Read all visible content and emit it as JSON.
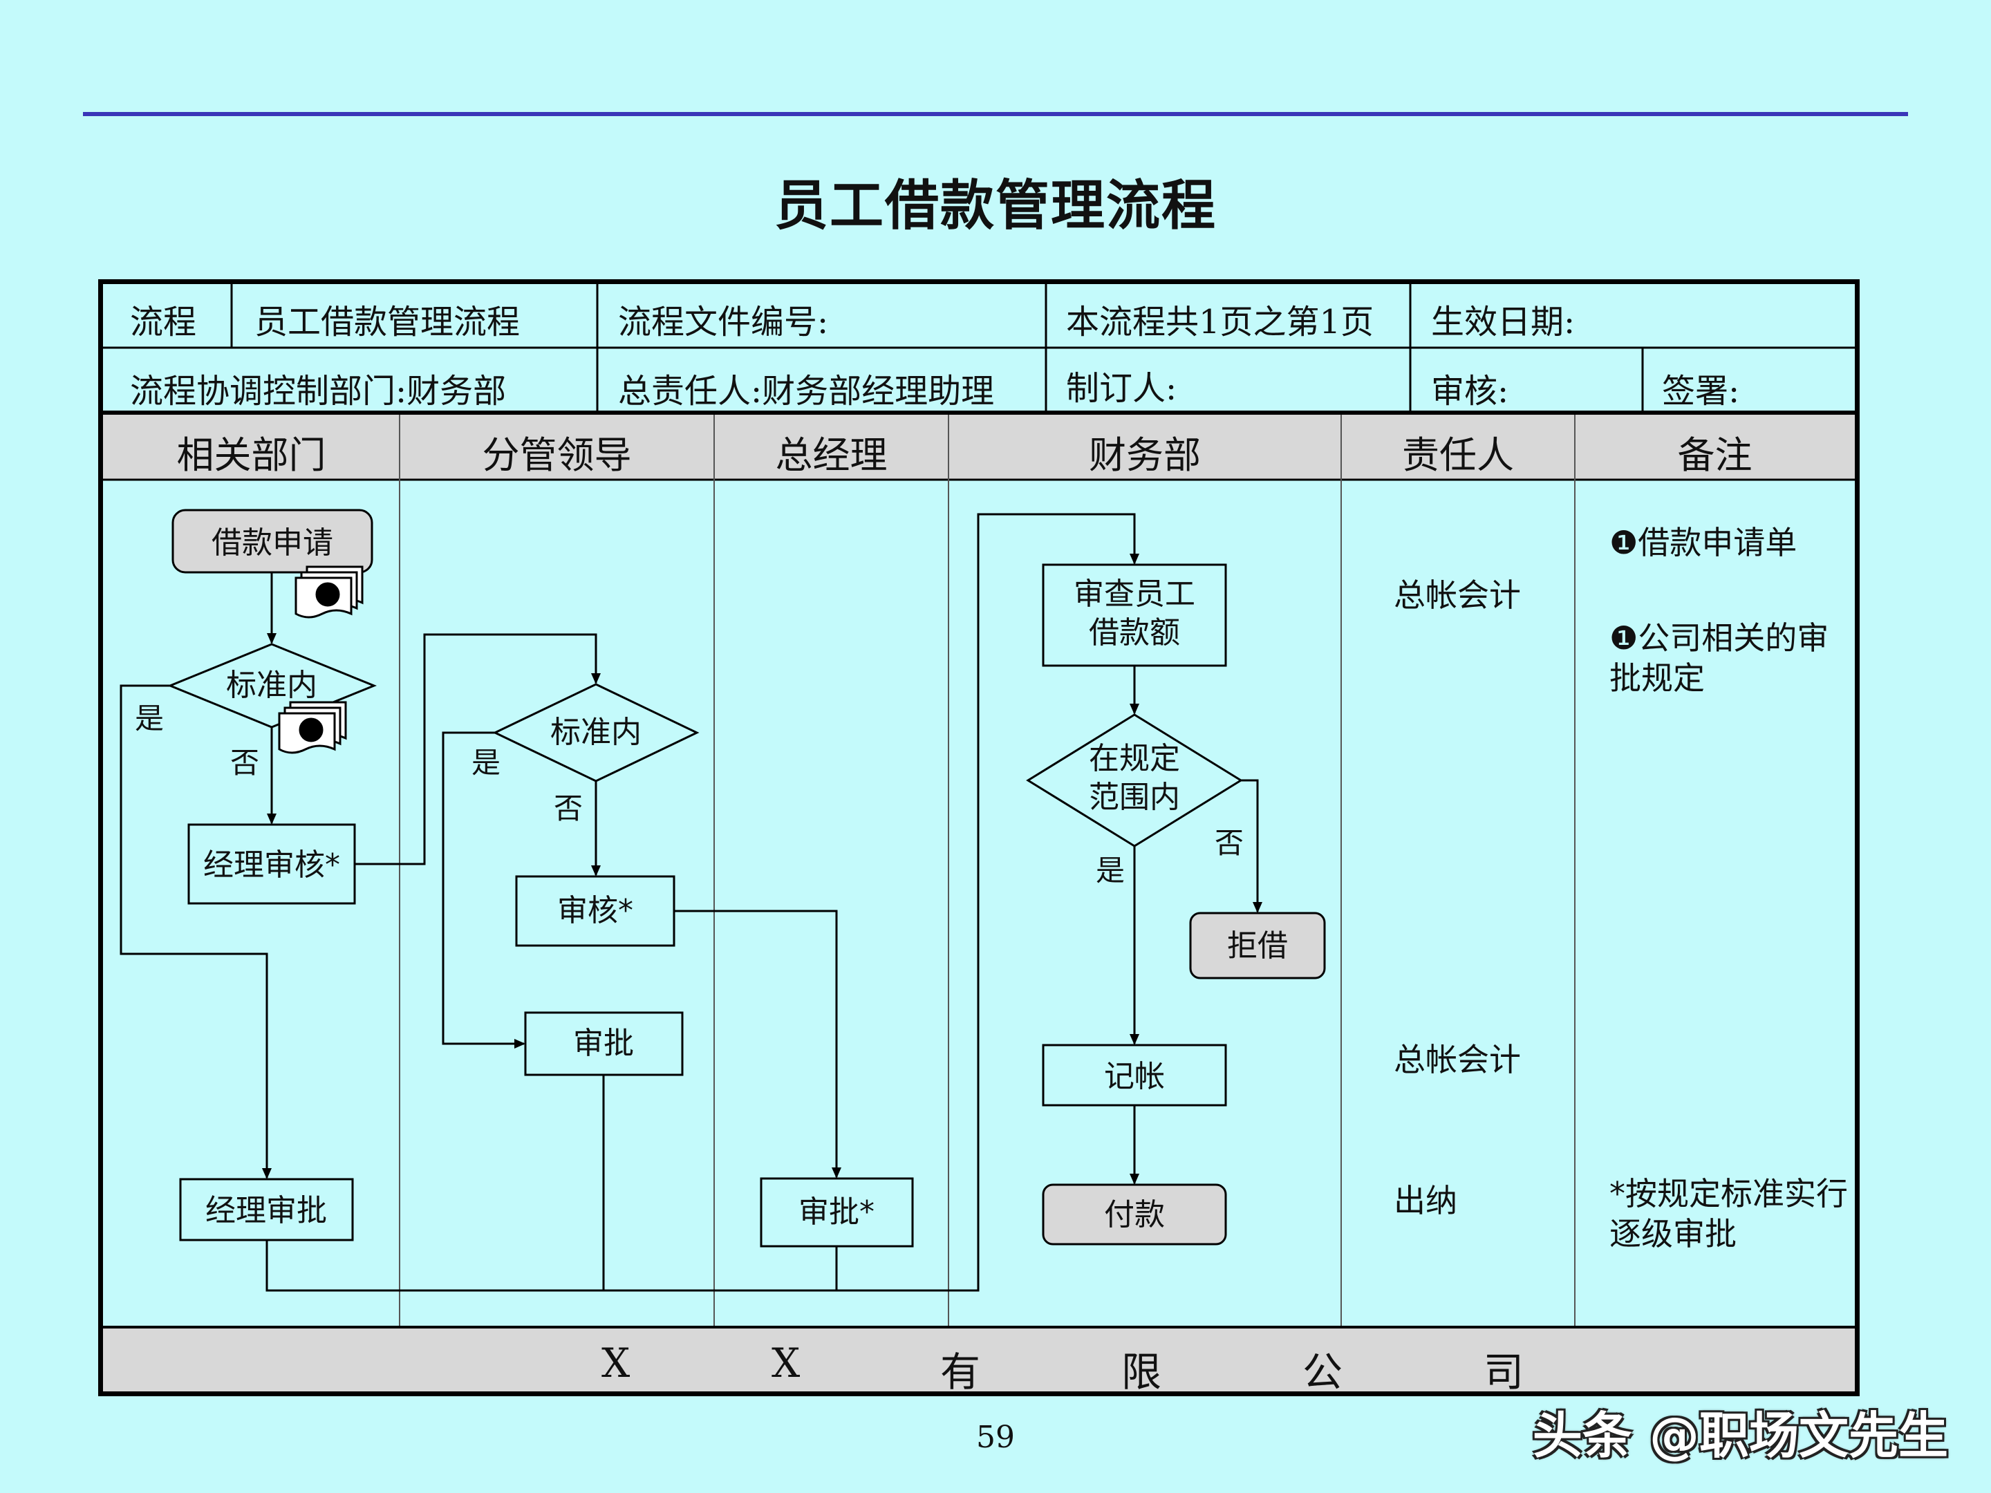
{
  "page": {
    "title": "员工借款管理流程",
    "page_number": "59",
    "watermark": "头条 @职场文先生"
  },
  "info_table": {
    "row1": {
      "label": "流程",
      "name": "员工借款管理流程",
      "doc_number": "流程文件编号:",
      "pages": "本流程共1页之第1页",
      "effective_date": "生效日期:"
    },
    "row2": {
      "dept": "流程协调控制部门:财务部",
      "owner": "总责任人:财务部经理助理",
      "author": "制订人:",
      "reviewer": "审核:",
      "signer": "签署:"
    }
  },
  "lanes": [
    "相关部门",
    "分管领导",
    "总经理",
    "财务部",
    "责任人",
    "备注"
  ],
  "nodes": {
    "apply": "借款申请",
    "std1": "标准内",
    "mgr_review": "经理审核*",
    "mgr_approve": "经理审批",
    "std2": "标准内",
    "review": "审核*",
    "approve": "审批",
    "gm_approve": "审批*",
    "check": [
      "审查员工",
      "借款额"
    ],
    "inrange": [
      "在规定",
      "范围内"
    ],
    "reject": "拒借",
    "record": "记帐",
    "pay": "付款"
  },
  "edge_labels": {
    "yes": "是",
    "no": "否"
  },
  "doc_badge": "❶",
  "responsible": [
    "总帐会计",
    "总帐会计",
    "出纳"
  ],
  "notes": {
    "n1": "❶借款申请单",
    "n2": [
      "❶公司相关的审",
      "批规定"
    ],
    "n3": [
      "*按规定标准实行",
      "逐级审批"
    ]
  },
  "footer": [
    "X",
    "X",
    "有",
    "限",
    "公",
    "司"
  ],
  "colors": {
    "background": "#c4fafb",
    "header_band": "#d8d8d8",
    "top_rule": "#3a36b8",
    "node_fill_rounded": "#d8d8d8"
  }
}
